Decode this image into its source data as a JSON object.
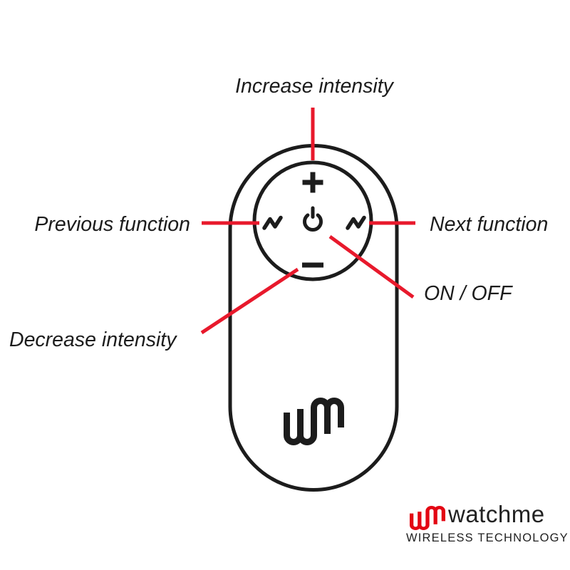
{
  "colors": {
    "ink": "#1c1c1c",
    "line_red": "#e8192c",
    "logo_red": "#e30613",
    "background": "#ffffff"
  },
  "callouts": {
    "increase": "Increase intensity",
    "previous": "Previous function",
    "next": "Next function",
    "on_off": "ON / OFF",
    "decrease": "Decrease intensity"
  },
  "remote": {
    "icons": {
      "plus": "+",
      "minus": "−",
      "power": "⏻",
      "wave_left": "wave-zigzag",
      "wave_right": "wave-zigzag",
      "body_monogram": "wm-monogram"
    }
  },
  "brand": {
    "name": "watchme",
    "tagline": "WIRELESS TECHNOLOGY",
    "logo": "wm-monogram"
  }
}
